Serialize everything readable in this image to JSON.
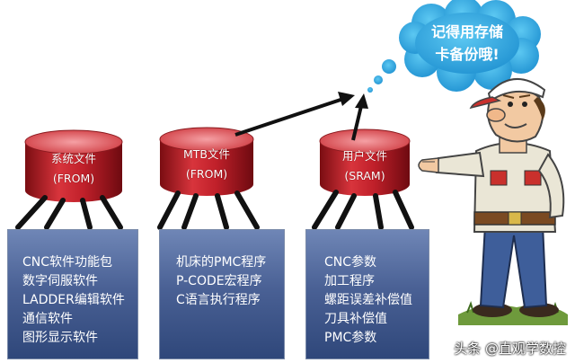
{
  "storage": [
    {
      "name": "系统文件",
      "type": "(FROM)"
    },
    {
      "name": "MTB文件",
      "type": "(FROM)"
    },
    {
      "name": "用户文件",
      "type": "(SRAM)"
    }
  ],
  "boxes": [
    {
      "items": [
        "CNC软件功能包",
        "数字伺服软件",
        "LADDER编辑软件",
        "通信软件",
        "图形显示软件"
      ]
    },
    {
      "items": [
        "机床的PMC程序",
        "P-CODE宏程序",
        "C语言执行程序"
      ]
    },
    {
      "items": [
        "CNC参数",
        "加工程序",
        "螺距误差补偿值",
        "刀具补偿值",
        "PMC参数"
      ]
    }
  ],
  "cloud": {
    "line1": "记得用存储",
    "line2": "卡备份哦!"
  },
  "watermark": "头条 @直观学数控",
  "colors": {
    "cylinder": "#c0202a",
    "box": "#4a6195",
    "cloud": "#29a9e0"
  }
}
